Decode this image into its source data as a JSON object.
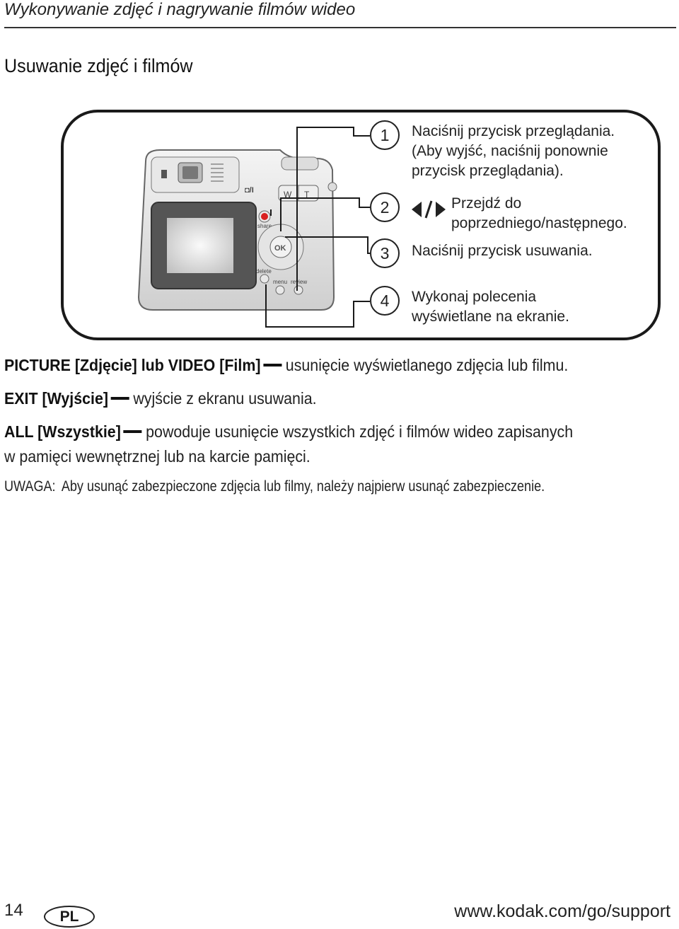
{
  "header": {
    "title": "Wykonywanie zdjęć i nagrywanie filmów wideo"
  },
  "section": {
    "title": "Usuwanie zdjęć i filmów"
  },
  "camera": {
    "labels": {
      "mode": "◘/I",
      "w": "W",
      "t": "T",
      "share": "share",
      "ok": "OK",
      "delete": "delete",
      "menu": "menu",
      "review": "review"
    }
  },
  "steps": [
    {
      "num": "1",
      "lines": [
        "Naciśnij przycisk przeglądania.",
        "(Aby wyjść, naciśnij ponownie",
        "przycisk przeglądania)."
      ]
    },
    {
      "num": "2",
      "lines": [
        "Przejdź do",
        "poprzedniego/następnego."
      ]
    },
    {
      "num": "3",
      "lines": [
        "Naciśnij przycisk usuwania."
      ]
    },
    {
      "num": "4",
      "lines": [
        "Wykonaj polecenia",
        "wyświetlane na ekranie."
      ]
    }
  ],
  "options": [
    {
      "label": "PICTURE [Zdjęcie] lub VIDEO [Film]",
      "text": "usunięcie wyświetlanego zdjęcia lub filmu."
    },
    {
      "label": "EXIT [Wyjście]",
      "text": "wyjście z ekranu usuwania."
    },
    {
      "label": "ALL [Wszystkie]",
      "text": "powoduje usunięcie wszystkich zdjęć i filmów wideo zapisanych",
      "text2": "w pamięci wewnętrznej lub na karcie pamięci."
    }
  ],
  "note": {
    "label": "UWAGA:",
    "text": "Aby usunąć zabezpieczone zdjęcia lub filmy, należy najpierw usunąć zabezpieczenie."
  },
  "footer": {
    "page": "14",
    "lang": "PL",
    "url": "www.kodak.com/go/support"
  }
}
